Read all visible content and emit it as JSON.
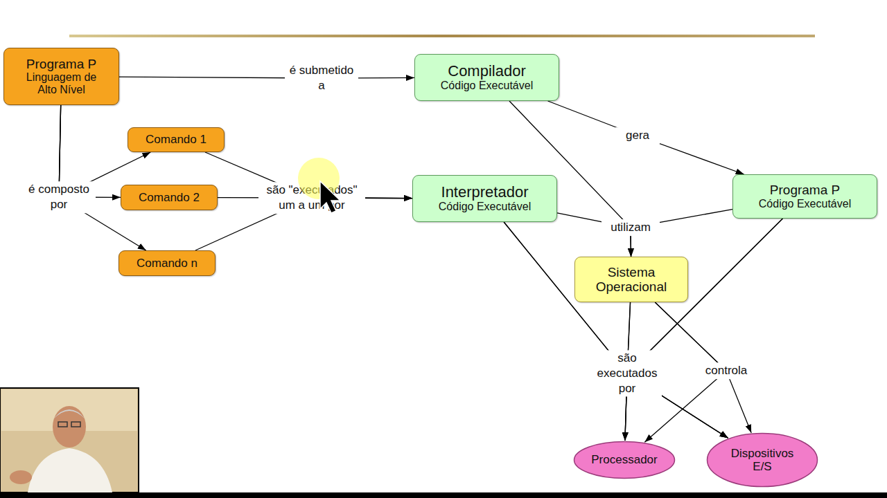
{
  "diagram": {
    "nodes": [
      {
        "text": [
          "Programa P",
          "Linguagem de Alto Nível"
        ]
      },
      {
        "text": [
          "Compilador",
          "Código Executável"
        ]
      },
      {
        "text": [
          "Comando 1"
        ]
      },
      {
        "text": [
          "Comando 2"
        ]
      },
      {
        "text": [
          "Comando n"
        ]
      },
      {
        "text": [
          "Interpretador",
          "Código Executável"
        ]
      },
      {
        "text": [
          "Programa P",
          "Código Executável"
        ]
      },
      {
        "text": [
          "Sistema Operacional"
        ]
      },
      {
        "text": [
          "Processador"
        ]
      },
      {
        "text": [
          "Dispositivos E/S"
        ]
      }
    ],
    "edges": [
      {
        "from": 0,
        "to": 1,
        "label": "é submetido a",
        "arrow": "to"
      },
      {
        "from": 0,
        "to": 2,
        "arrow": "to"
      },
      {
        "from": 0,
        "to": 3,
        "label": "é composto por",
        "arrow": "to"
      },
      {
        "from": 0,
        "to": 4,
        "arrow": "to"
      },
      {
        "from": 2,
        "to": 5,
        "arrow": "to"
      },
      {
        "from": 3,
        "to": 5,
        "label": "são \"executados\" um a um por",
        "arrow": "to"
      },
      {
        "from": 4,
        "to": 5,
        "arrow": "to"
      },
      {
        "from": 1,
        "to": 6,
        "label": "gera",
        "arrow": "to"
      },
      {
        "from": 1,
        "to": 7,
        "label": "utilizam",
        "arrow": "to"
      },
      {
        "from": 5,
        "to": 7,
        "arrow": "to"
      },
      {
        "from": 6,
        "to": 7,
        "arrow": "to"
      },
      {
        "from": 5,
        "to": 8,
        "arrow": "to"
      },
      {
        "from": 5,
        "to": 9,
        "arrow": "to"
      },
      {
        "from": 6,
        "to": 8,
        "arrow": "to"
      },
      {
        "from": 6,
        "to": 9,
        "arrow": "to"
      },
      {
        "from": 7,
        "to": 8,
        "label": "são executados por",
        "arrow": "to"
      },
      {
        "from": 7,
        "to": 9,
        "arrow": "to"
      },
      {
        "from": 7,
        "to": 8,
        "arrow": "to"
      },
      {
        "from": 7,
        "to": 9,
        "label": "controla",
        "arrow": "to"
      }
    ]
  }
}
